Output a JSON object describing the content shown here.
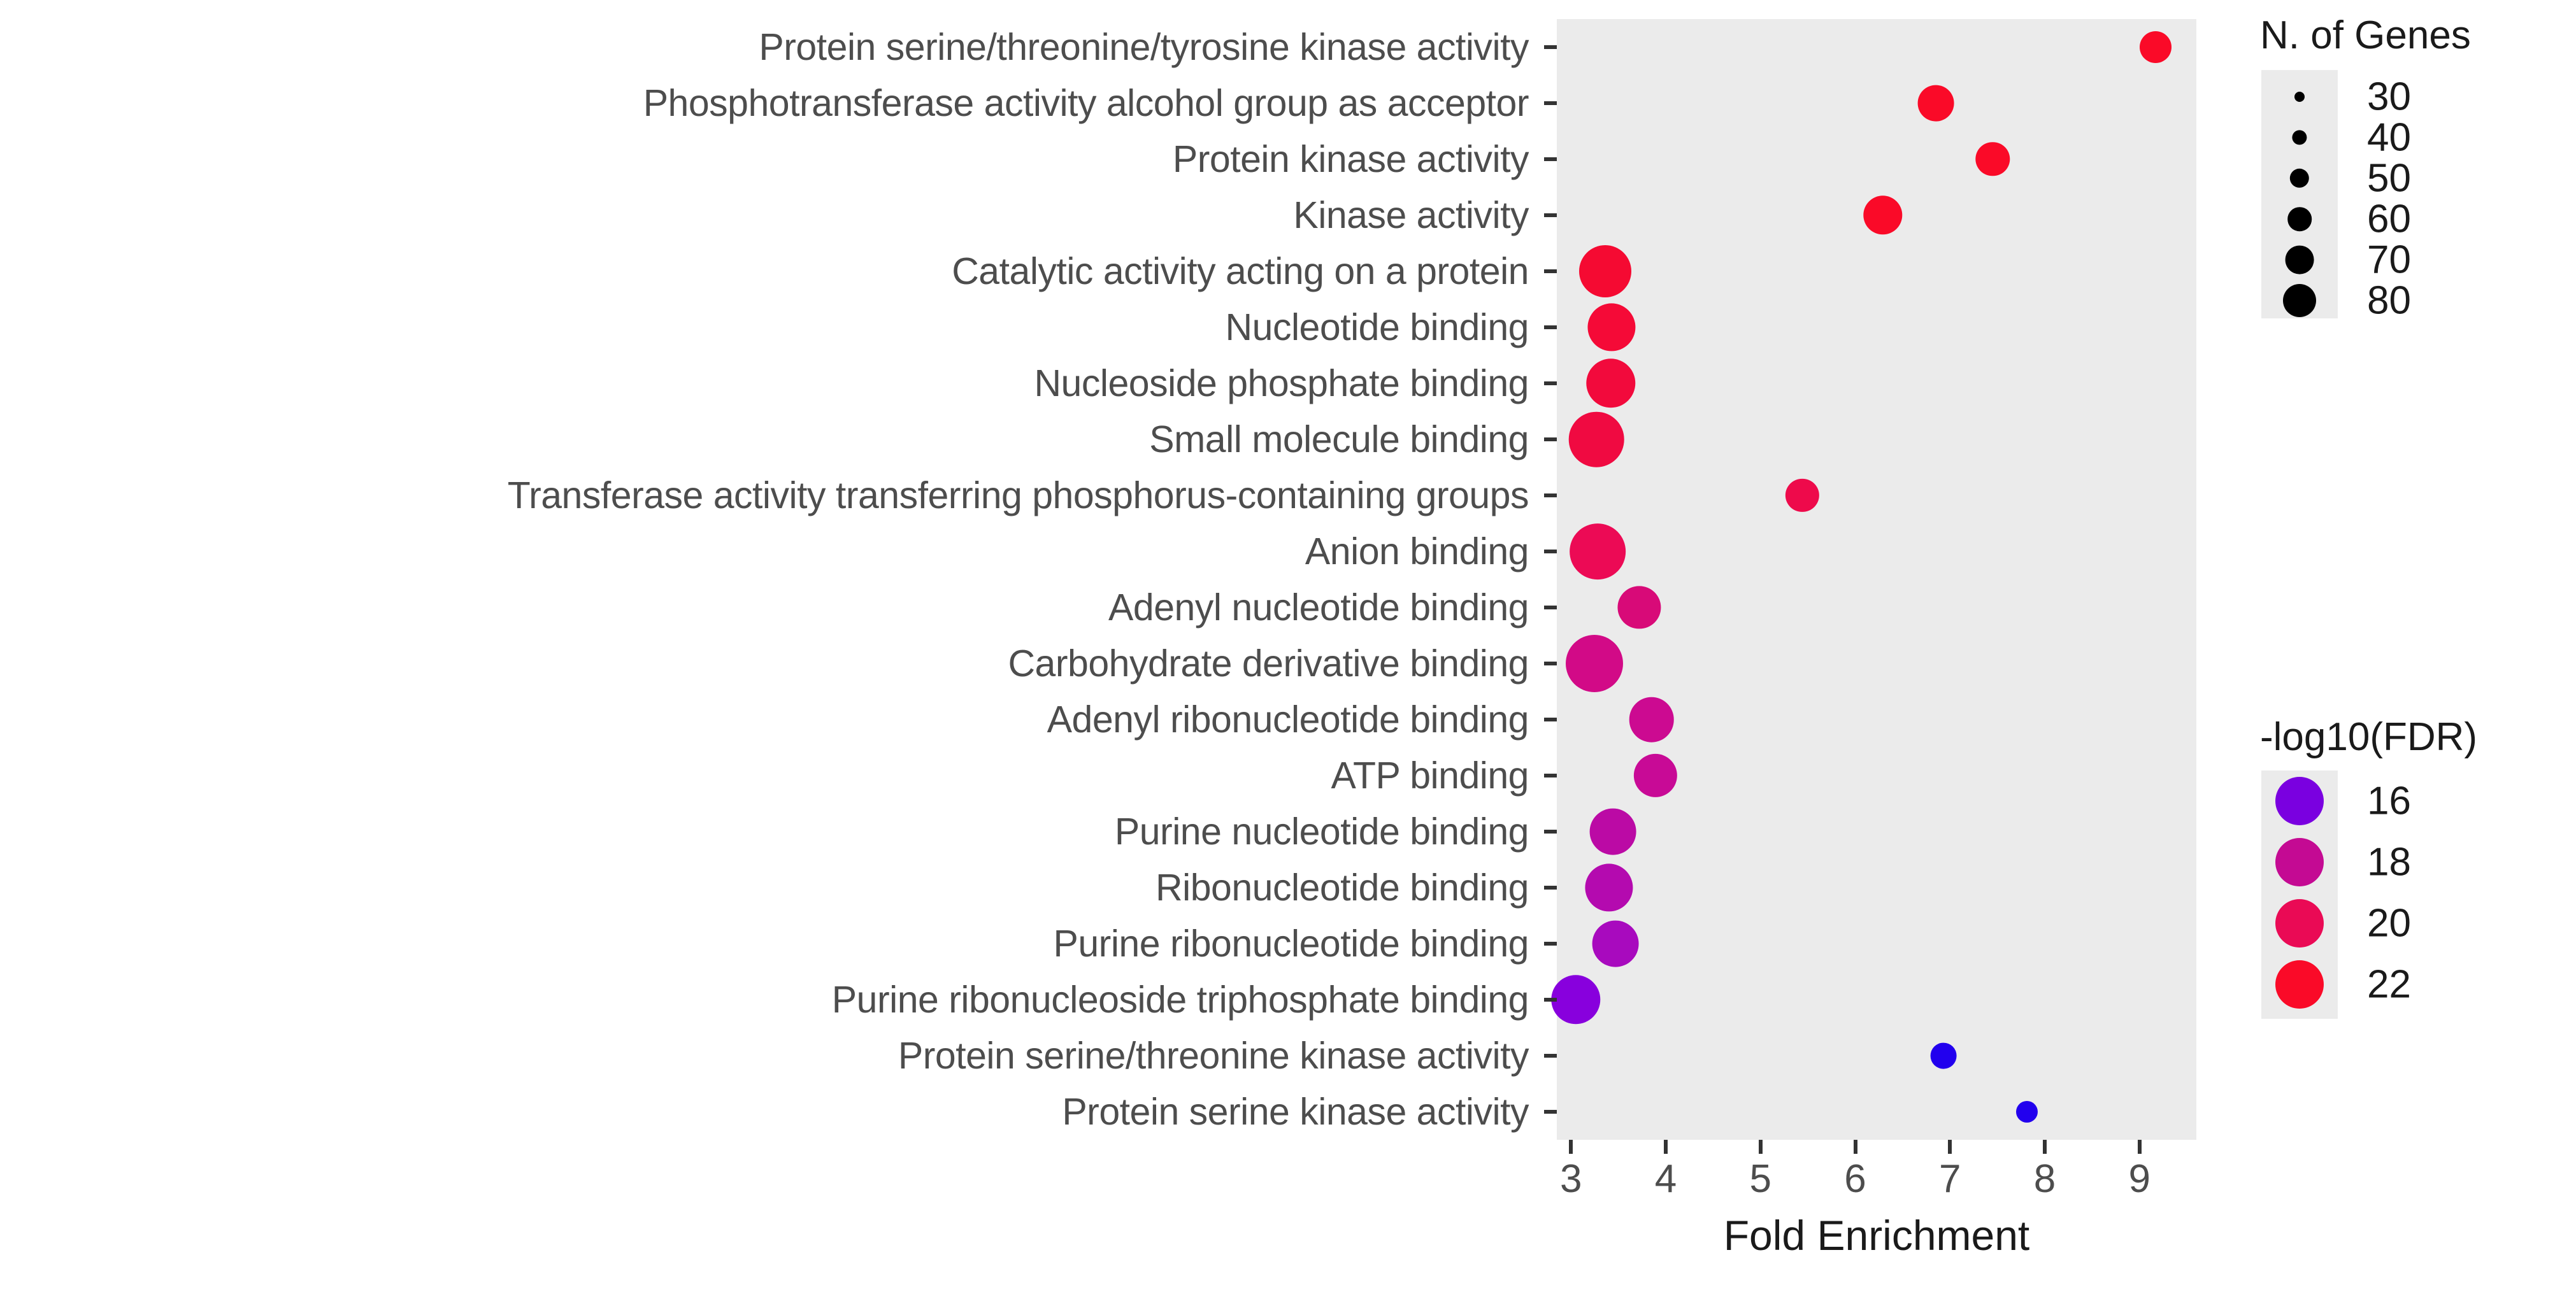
{
  "chart_data": {
    "type": "scatter",
    "title": "",
    "xlabel": "Fold Enrichment",
    "ylabel": "",
    "xlim": [
      2.85,
      9.6
    ],
    "xticks": [
      3,
      4,
      5,
      6,
      7,
      8,
      9
    ],
    "grid": false,
    "panel_background": "#ebebeb",
    "categories": [
      "Protein serine/threonine/tyrosine kinase activity",
      "Phosphotransferase activity alcohol group as acceptor",
      "Protein kinase activity",
      "Kinase activity",
      "Catalytic activity acting on a protein",
      "Nucleotide binding",
      "Nucleoside phosphate binding",
      "Small molecule binding",
      "Transferase activity transferring phosphorus-containing groups",
      "Anion binding",
      "Adenyl nucleotide binding",
      "Carbohydrate derivative binding",
      "Adenyl ribonucleotide binding",
      "ATP binding",
      "Purine nucleotide binding",
      "Ribonucleotide binding",
      "Purine ribonucleotide binding",
      "Purine ribonucleoside triphosphate binding",
      "Protein serine/threonine kinase activity",
      "Protein serine kinase activity"
    ],
    "fold_enrichment": [
      9.17,
      6.85,
      7.45,
      6.29,
      3.36,
      3.43,
      3.42,
      3.27,
      5.44,
      3.28,
      3.72,
      3.25,
      3.85,
      3.89,
      3.44,
      3.4,
      3.47,
      3.05,
      6.93,
      7.81
    ],
    "n_genes": [
      30,
      36,
      33,
      40,
      58,
      52,
      54,
      62,
      32,
      63,
      45,
      65,
      48,
      46,
      50,
      52,
      50,
      54,
      22,
      16
    ],
    "neglog10_fdr": [
      22.6,
      22.6,
      22.6,
      22.4,
      21.8,
      21.6,
      21.5,
      21.2,
      21.0,
      20.6,
      19.9,
      19.6,
      19.4,
      19.3,
      18.9,
      18.7,
      18.3,
      16.4,
      15.3,
      15.1
    ],
    "point_colors": [
      "#fa0a28",
      "#fa0a28",
      "#fa0a28",
      "#fa0a28",
      "#f50a32",
      "#f50a37",
      "#f20a3c",
      "#f00a41",
      "#ee0a4b",
      "#ec0a55",
      "#d80a78",
      "#d20a87",
      "#cc0a91",
      "#c80a96",
      "#bb0aa5",
      "#b40aaf",
      "#a80abe",
      "#8800dd",
      "#2200ee",
      "#2200ee"
    ],
    "legend_size": {
      "title": "N. of Genes",
      "values": [
        30,
        40,
        50,
        60,
        70,
        80
      ]
    },
    "legend_color": {
      "title": "-log10(FDR)",
      "values": [
        16,
        18,
        20,
        22
      ],
      "colors": [
        "#7a00e0",
        "#c40a93",
        "#ea0a55",
        "#fa0a28"
      ]
    }
  }
}
